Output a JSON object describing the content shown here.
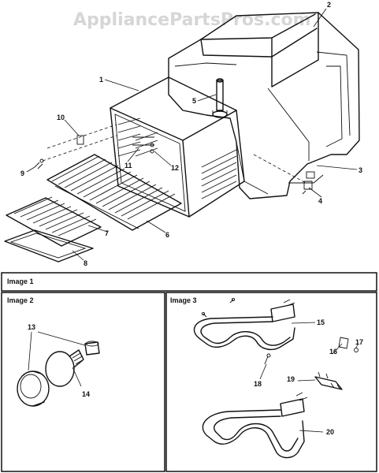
{
  "watermark": "AppliancePartsPros.com",
  "captions": {
    "image1": "Image 1",
    "image2": "Image 2",
    "image3": "Image 3"
  },
  "callouts": {
    "c1": "1",
    "c2": "2",
    "c3": "3",
    "c4": "4",
    "c5": "5",
    "c6": "6",
    "c7": "7",
    "c8": "8",
    "c9": "9",
    "c10": "10",
    "c11": "11",
    "c12": "12",
    "c13": "13",
    "c14": "14",
    "c15": "15",
    "c16": "16",
    "c17": "17",
    "c18": "18",
    "c19": "19",
    "c20": "20"
  }
}
